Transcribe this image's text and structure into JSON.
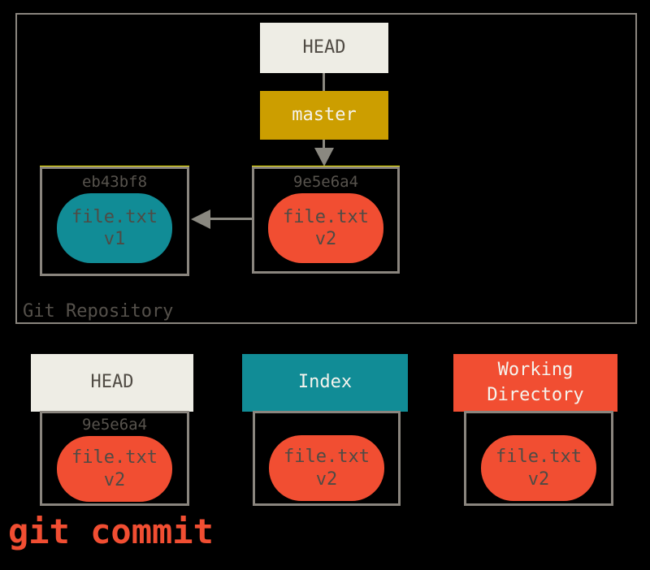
{
  "palette": {
    "background": "#000000",
    "border_gray": "#8A857E",
    "connector_gray": "#8A8880",
    "cream": "#EEEDE5",
    "gold": "#CC9E00",
    "teal": "#118C96",
    "orange": "#F14E32",
    "dark_text": "#504B44",
    "hash_text": "#57534D",
    "light_text": "#F5F4EE",
    "hairline_yellow": "#EFE600"
  },
  "repository": {
    "label": "Git Repository",
    "head": {
      "label": "HEAD"
    },
    "branch": {
      "label": "master"
    },
    "commits": [
      {
        "hash": "eb43bf8",
        "blob": {
          "file": "file.txt",
          "version": "v1"
        }
      },
      {
        "hash": "9e5e6a4",
        "blob": {
          "file": "file.txt",
          "version": "v2"
        }
      }
    ]
  },
  "areas": [
    {
      "title": "HEAD",
      "hash": "9e5e6a4",
      "blob": {
        "file": "file.txt",
        "version": "v2"
      }
    },
    {
      "title": "Index",
      "blob": {
        "file": "file.txt",
        "version": "v2"
      }
    },
    {
      "title": "Working Directory",
      "blob": {
        "file": "file.txt",
        "version": "v2"
      }
    }
  ],
  "command": {
    "text": "git commit"
  }
}
